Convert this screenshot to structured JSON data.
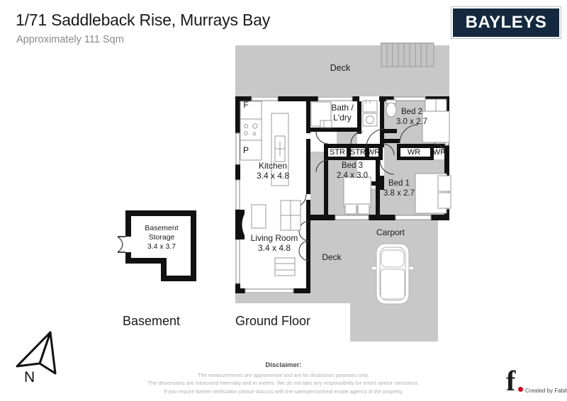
{
  "header": {
    "title": "1/71 Saddleback Rise, Murrays Bay",
    "subtitle": "Approximately 111 Sqm",
    "brand": "BAYLEYS"
  },
  "sections": {
    "basement_caption": "Basement",
    "ground_caption": "Ground Floor"
  },
  "compass": {
    "label": "N"
  },
  "rooms": {
    "deck_top": {
      "name": "Deck"
    },
    "deck_side": {
      "name": "Deck"
    },
    "carport": {
      "name": "Carport"
    },
    "kitchen": {
      "name": "Kitchen",
      "dims": "3.4 x 4.8"
    },
    "living": {
      "name": "Living Room",
      "dims": "3.4 x 4.8"
    },
    "bath": {
      "name_line1": "Bath /",
      "name_line2": "L'dry"
    },
    "bed1": {
      "name": "Bed 1",
      "dims": "3.8 x 2.7"
    },
    "bed2": {
      "name": "Bed 2",
      "dims": "3.0 x 2.7"
    },
    "bed3": {
      "name": "Bed 3",
      "dims": "2.4 x 3.0"
    },
    "basement_storage": {
      "name_line1": "Basement",
      "name_line2": "Storage",
      "dims": "3.4 x 3.7"
    }
  },
  "fixtures": {
    "fridge": "F",
    "pantry": "P",
    "storage_1": "STR",
    "storage_2": "STR",
    "wardrobe_1": "WR",
    "wardrobe_2": "WR",
    "wardrobe_3": "WR"
  },
  "disclaimer": {
    "title": "Disclaimer:",
    "line1": "The measurements are approximate and are for illustration purposes only.",
    "line2": "The dimensions are measured internally and in metres. We do not take any responsibility for errors and/or omissions.",
    "line3": "If you require further verification please discuss with the salesperson/real estate agency of the property."
  },
  "credit": {
    "mark": "f",
    "text": "Created by Fabit"
  },
  "colors": {
    "wall": "#111111",
    "floor_grey": "#c8c8c8",
    "brand_navy": "#14293f",
    "accent_red": "#d0021b"
  }
}
